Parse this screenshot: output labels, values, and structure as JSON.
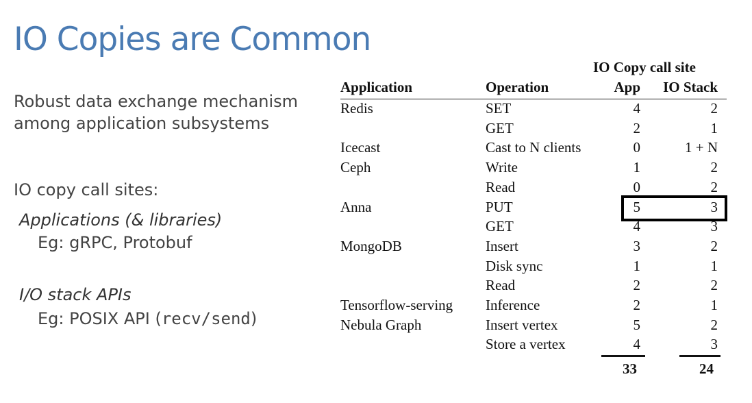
{
  "slide": {
    "title": "IO Copies are Common"
  },
  "left": {
    "intro_line1": "Robust data exchange mechanism",
    "intro_line2": "among application subsystems",
    "sites_heading": "IO copy call sites:",
    "category1_title": "Applications (& libraries)",
    "category1_example": "Eg: gRPC, Protobuf",
    "category2_title": "I/O stack APIs",
    "category2_example_prefix": "Eg: POSIX API (",
    "category2_example_code": "recv/send",
    "category2_example_suffix": ")"
  },
  "table": {
    "group_header": "IO Copy call site",
    "columns": {
      "application": "Application",
      "operation": "Operation",
      "app": "App",
      "io_stack": "IO Stack"
    },
    "rows": [
      {
        "application": "Redis",
        "operation": "SET",
        "app": "4",
        "io_stack": "2"
      },
      {
        "application": "",
        "operation": "GET",
        "app": "2",
        "io_stack": "1"
      },
      {
        "application": "Icecast",
        "operation": "Cast to N clients",
        "app": "0",
        "io_stack": "1 + N"
      },
      {
        "application": "Ceph",
        "operation": "Write",
        "app": "1",
        "io_stack": "2"
      },
      {
        "application": "",
        "operation": "Read",
        "app": "0",
        "io_stack": "2"
      },
      {
        "application": "Anna",
        "operation": "PUT",
        "app": "5",
        "io_stack": "3"
      },
      {
        "application": "",
        "operation": "GET",
        "app": "4",
        "io_stack": "3"
      },
      {
        "application": "MongoDB",
        "operation": "Insert",
        "app": "3",
        "io_stack": "2"
      },
      {
        "application": "",
        "operation": "Disk sync",
        "app": "1",
        "io_stack": "1"
      },
      {
        "application": "",
        "operation": "Read",
        "app": "2",
        "io_stack": "2"
      },
      {
        "application": "Tensorflow-serving",
        "operation": "Inference",
        "app": "2",
        "io_stack": "1"
      },
      {
        "application": "Nebula Graph",
        "operation": "Insert vertex",
        "app": "5",
        "io_stack": "2"
      },
      {
        "application": "",
        "operation": "Store a vertex",
        "app": "4",
        "io_stack": "3"
      }
    ],
    "totals": {
      "app": "33",
      "io_stack": "24"
    }
  }
}
